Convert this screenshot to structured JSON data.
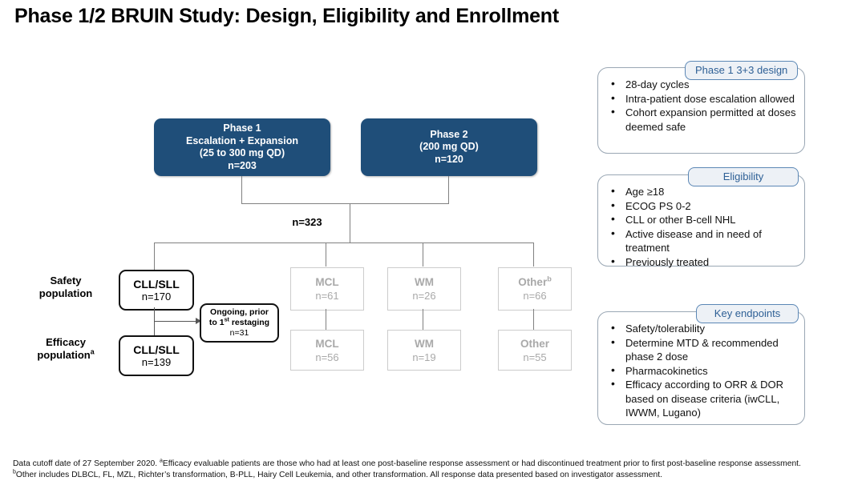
{
  "title": "Phase 1/2 BRUIN Study: Design, Eligibility and Enrollment",
  "colors": {
    "navy": "#1F4E79",
    "badge_fill": "#EDF1F6",
    "badge_border": "#5B87B5",
    "badge_text": "#2E6096",
    "gray_box_text": "#A9A9A9",
    "gray_box_border": "#CCCCCC",
    "connector": "#808080"
  },
  "flow": {
    "phase_boxes": [
      {
        "l1": "Phase 1",
        "l2": "Escalation + Expansion",
        "l3": "(25 to 300 mg QD)",
        "l4": "n=203"
      },
      {
        "l1": "Phase 2",
        "l2": "(200 mg QD)",
        "l3": "n=120",
        "l4": ""
      }
    ],
    "total_label": "n=323",
    "row_labels": {
      "safety": {
        "l1": "Safety",
        "l2": "population"
      },
      "efficacy": {
        "l1": "Efficacy",
        "l2": "population",
        "sup": "a"
      }
    },
    "safety_row": [
      {
        "name": "CLL/SLL",
        "n": "n=170",
        "highlight": true,
        "sup": ""
      },
      {
        "name": "MCL",
        "n": "n=61",
        "highlight": false,
        "sup": ""
      },
      {
        "name": "WM",
        "n": "n=26",
        "highlight": false,
        "sup": ""
      },
      {
        "name": "Other",
        "n": "n=66",
        "highlight": false,
        "sup": "b"
      }
    ],
    "efficacy_row": [
      {
        "name": "CLL/SLL",
        "n": "n=139",
        "highlight": true,
        "sup": ""
      },
      {
        "name": "MCL",
        "n": "n=56",
        "highlight": false,
        "sup": ""
      },
      {
        "name": "WM",
        "n": "n=19",
        "highlight": false,
        "sup": ""
      },
      {
        "name": "Other",
        "n": "n=55",
        "highlight": false,
        "sup": ""
      }
    ],
    "ongoing_box": {
      "l1": "Ongoing, prior",
      "l2_pre": "to 1",
      "l2_sup": "st",
      "l2_post": " restaging",
      "l3": "n=31"
    }
  },
  "callouts": [
    {
      "badge": "Phase 1 3+3 design",
      "items": [
        "28-day cycles",
        "Intra-patient dose escalation allowed",
        "Cohort expansion permitted at doses deemed safe"
      ]
    },
    {
      "badge": "Eligibility",
      "items": [
        "Age ≥18",
        "ECOG PS 0-2",
        "CLL or other B-cell NHL",
        "Active disease and in need of treatment",
        "Previously treated"
      ]
    },
    {
      "badge": "Key endpoints",
      "items": [
        "Safety/tolerability",
        "Determine MTD & recommended phase 2 dose",
        "Pharmacokinetics",
        "Efficacy according to ORR & DOR based on disease criteria (iwCLL, IWWM, Lugano)"
      ]
    }
  ],
  "footnotes": {
    "line1_pre": "Data cutoff date of 27 September 2020. ",
    "line1_sup": "a",
    "line1_post": "Efficacy evaluable patients are those who had at least one post-baseline response assessment or had discontinued treatment prior to first post-baseline response assessment.",
    "line2_sup": "b",
    "line2_post": "Other includes DLBCL, FL, MZL, Richter’s transformation, B-PLL, Hairy Cell Leukemia, and other transformation. All response data presented based on investigator assessment."
  }
}
